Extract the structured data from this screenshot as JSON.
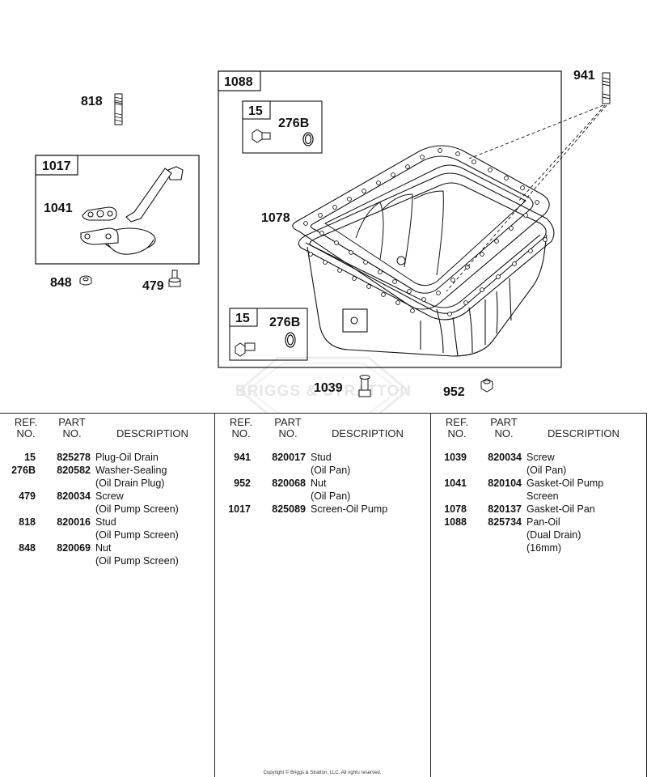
{
  "diagram": {
    "watermark": "BRIGGS & STRATTON",
    "callouts": {
      "c818": "818",
      "c1017": "1017",
      "c1041": "1041",
      "c848": "848",
      "c479": "479",
      "c1088": "1088",
      "c15a": "15",
      "c276Ba": "276B",
      "c1078": "1078",
      "c15b": "15",
      "c276Bb": "276B",
      "c941": "941",
      "c1039": "1039",
      "c952": "952"
    }
  },
  "table": {
    "headers": {
      "ref_line1": "REF.",
      "ref_line2": "NO.",
      "part_line1": "PART",
      "part_line2": "NO.",
      "description": "DESCRIPTION"
    },
    "columns": [
      {
        "rows": [
          {
            "ref": "15",
            "part": "825278",
            "desc": [
              "Plug-Oil Drain"
            ]
          },
          {
            "ref": "276B",
            "part": "820582",
            "desc": [
              "Washer-Sealing",
              "(Oil Drain Plug)"
            ]
          },
          {
            "ref": "479",
            "part": "820034",
            "desc": [
              "Screw",
              "(Oil Pump Screen)"
            ]
          },
          {
            "ref": "818",
            "part": "820016",
            "desc": [
              "Stud",
              "(Oil Pump Screen)"
            ]
          },
          {
            "ref": "848",
            "part": "820069",
            "desc": [
              "Nut",
              "(Oil Pump Screen)"
            ]
          }
        ]
      },
      {
        "rows": [
          {
            "ref": "941",
            "part": "820017",
            "desc": [
              "Stud",
              "(Oil Pan)"
            ]
          },
          {
            "ref": "952",
            "part": "820068",
            "desc": [
              "Nut",
              "(Oil Pan)"
            ]
          },
          {
            "ref": "1017",
            "part": "825089",
            "desc": [
              "Screen-Oil Pump"
            ]
          }
        ]
      },
      {
        "rows": [
          {
            "ref": "1039",
            "part": "820034",
            "desc": [
              "Screw",
              "(Oil Pan)"
            ]
          },
          {
            "ref": "1041",
            "part": "820104",
            "desc": [
              "Gasket-Oil Pump",
              "Screen"
            ]
          },
          {
            "ref": "1078",
            "part": "820137",
            "desc": [
              "Gasket-Oil Pan"
            ]
          },
          {
            "ref": "1088",
            "part": "825734",
            "desc": [
              "Pan-Oil",
              "(Dual Drain)",
              "(16mm)"
            ]
          }
        ]
      }
    ],
    "copyright": "Copyright © Briggs & Stratton, LLC. All rights reserved."
  }
}
